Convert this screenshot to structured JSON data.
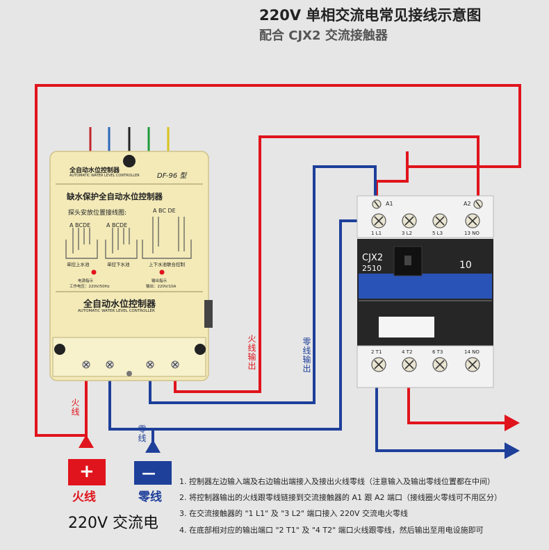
{
  "title": {
    "line1": "220V 单相交流电常见接线示意图",
    "line2": "配合 CJX2 交流接触器"
  },
  "controller": {
    "brand": "全自动水位控制器",
    "brand_en": "AUTOMATIC WATER LEVEL CONTROLLER",
    "model": "DF-96 型",
    "headline": "缺水保护全自动水位控制器",
    "probe_title": "探头安放位置接线图:",
    "probe_letters_a": "A BCDE",
    "probe_letters_b": "A BCDE",
    "probe_letters_c": "A BC  DE",
    "tank_upper": "单控上水池",
    "tank_lower": "单控下水池",
    "tank_both": "上下水池联合控制",
    "power_ind_title": "电源指示",
    "power_ind_spec": "工作电压：220V/50Hz",
    "output_ind_title": "输出指示",
    "output_ind_spec": "输出：220V/10A",
    "footer_name": "全自动水位控制器",
    "footer_en": "AUTOMATIC WATER LEVEL CONTROLLER"
  },
  "contactor": {
    "model": "CJX2",
    "number": "2510",
    "rating": "10",
    "coil_a1": "A1",
    "coil_a2": "A2",
    "top_terminals": [
      "1 L1",
      "3 L2",
      "5 L3",
      "13 NO"
    ],
    "bottom_terminals": [
      "2 T1",
      "4 T2",
      "6 T3",
      "14 NO"
    ]
  },
  "wire_labels": {
    "live_out": "火线输出",
    "neutral_out": "零线输出",
    "live": "火线",
    "neutral": "零线"
  },
  "source": {
    "plus_symbol": "+",
    "minus_symbol": "—",
    "live_label": "火线",
    "neutral_label": "零线",
    "ac_label": "220V 交流电"
  },
  "notes": [
    "1. 控制器左边输入端及右边输出端接入及接出火线零线（注意输入及输出零线位置都在中间）",
    "2. 将控制器输出的火线跟零线链接到交流接触器的 A1 跟 A2 端口（接线圈火零线可不用区分）",
    "3. 在交流接触器的 \"1 L1\" 及 \"3 L2\" 端口接入 220V 交流电火零线",
    "4. 在底部相对应的输出端口 \"2 T1\" 及 \"4 T2\" 端口火线跟零线，然后输出至用电设施即可"
  ],
  "colors": {
    "live_wire": "#e0141c",
    "neutral_wire": "#1e3f9a",
    "controller_body": "#f3eab8",
    "contactor_body": "#262626",
    "contactor_blue": "#2a53b8"
  }
}
